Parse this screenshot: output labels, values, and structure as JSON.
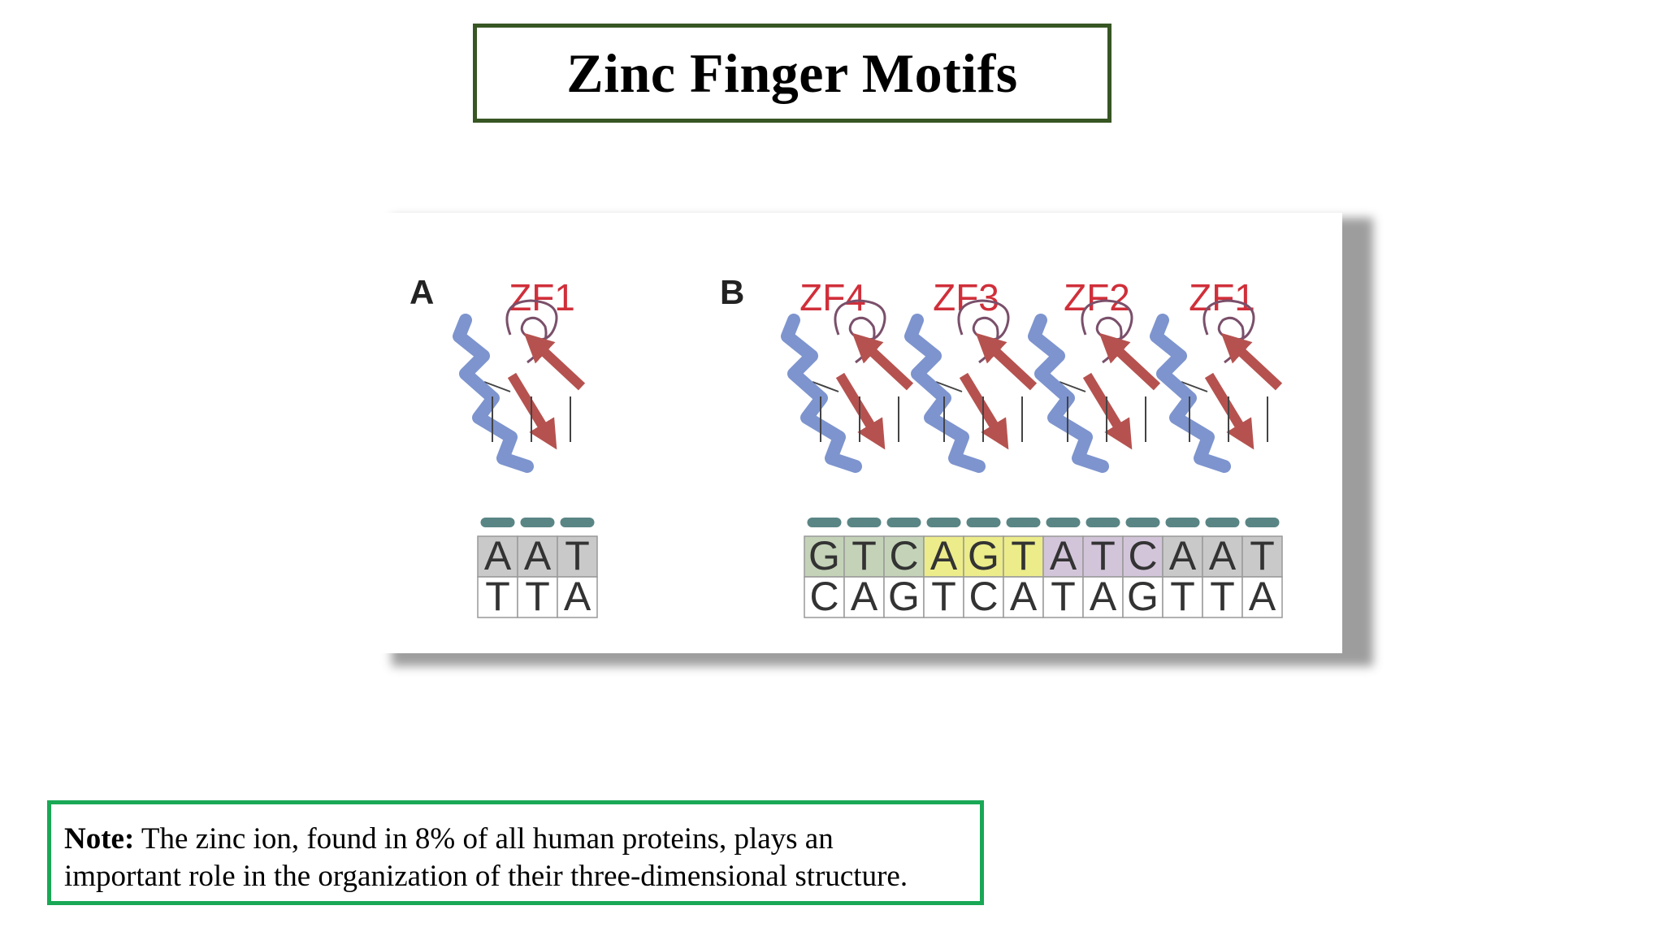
{
  "title": "Zinc Finger Motifs",
  "figure": {
    "panel_a": {
      "letter": "A",
      "fingers": [
        "ZF1"
      ],
      "top_strand": [
        "A",
        "A",
        "T"
      ],
      "bottom_strand": [
        "T",
        "T",
        "A"
      ]
    },
    "panel_b": {
      "letter": "B",
      "fingers": [
        "ZF4",
        "ZF3",
        "ZF2",
        "ZF1"
      ],
      "top_strand": [
        "G",
        "T",
        "C",
        "A",
        "G",
        "T",
        "A",
        "T",
        "C",
        "A",
        "A",
        "T"
      ],
      "bottom_strand": [
        "C",
        "A",
        "G",
        "T",
        "C",
        "A",
        "T",
        "A",
        "G",
        "T",
        "T",
        "A"
      ]
    },
    "colors": {
      "label_red": "#d02f3a",
      "helix_blue": "#6f88c9",
      "arrow_red": "#b5524f",
      "cell_gray": "#c9c9c9",
      "cell_green": "#c4d3b8",
      "cell_yellow": "#ecec8a",
      "cell_purple": "#d3c5d9",
      "contact_teal": "#5a8585"
    }
  },
  "note": {
    "label": "Note:",
    "line1": "The zinc ion, found in 8% of all human proteins, plays an",
    "line2": "important role in the organization of their three-dimensional structure."
  }
}
